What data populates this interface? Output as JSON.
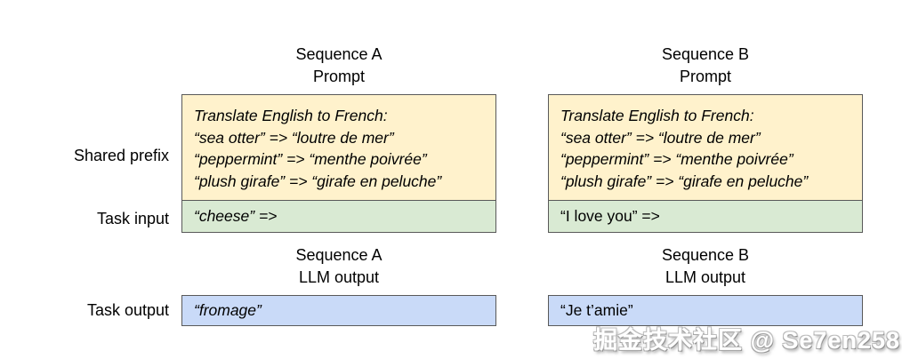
{
  "diagram": {
    "row_labels": {
      "shared_prefix": "Shared prefix",
      "task_input": "Task input",
      "task_output": "Task output"
    },
    "sequences": [
      {
        "name": "Sequence A",
        "prompt_heading": {
          "line1": "Sequence A",
          "line2": "Prompt"
        },
        "prompt_lines": [
          "Translate English to French:",
          "“sea otter” => “loutre de mer”",
          "“peppermint” => “menthe poivrée”",
          "“plush girafe” => “girafe en peluche”"
        ],
        "task_input": "“cheese” =>",
        "task_input_italic": true,
        "output_heading": {
          "line1": "Sequence A",
          "line2": "LLM output"
        },
        "task_output": "“fromage”",
        "task_output_italic": true
      },
      {
        "name": "Sequence B",
        "prompt_heading": {
          "line1": "Sequence B",
          "line2": "Prompt"
        },
        "prompt_lines": [
          "Translate English to French:",
          "“sea otter” => “loutre de mer”",
          "“peppermint” => “menthe poivrée”",
          "“plush girafe” => “girafe en peluche”"
        ],
        "task_input": "“I love you” =>",
        "task_input_italic": false,
        "output_heading": {
          "line1": "Sequence B",
          "line2": "LLM output"
        },
        "task_output": "“Je t’amie”",
        "task_output_italic": false
      }
    ]
  },
  "colors": {
    "background": "#FFFFFF",
    "text": "#000000",
    "prompt-fill": "#FFF2CC",
    "input-fill": "#D9EAD3",
    "output-fill": "#C9DAF8",
    "box-border": "#595959",
    "watermark-fill": "#FFFFFF"
  },
  "watermark": {
    "text": "掘金技术社区 @ Se7en258"
  }
}
